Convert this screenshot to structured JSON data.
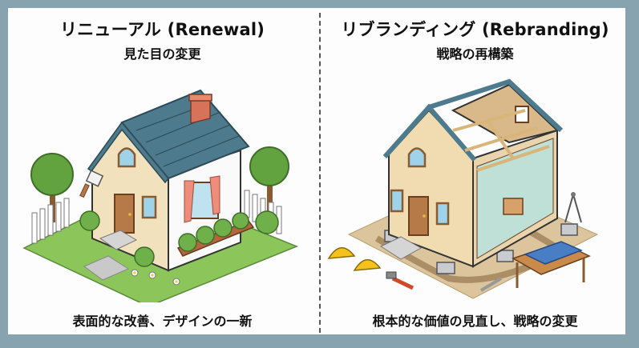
{
  "left": {
    "title": "リニューアル (Renewal)",
    "subtitle": "見た目の変更",
    "caption": "表面的な改善、デザインの一新",
    "illustration": "house-being-repainted-icon"
  },
  "right": {
    "title": "リブランディング (Rebranding)",
    "subtitle": "戦略の再構築",
    "caption": "根本的な価値の見直し、戦略の変更",
    "illustration": "house-under-reconstruction-icon"
  },
  "colors": {
    "frame": "#87a3b0",
    "panel": "#fdfdfd",
    "roof": "#4d7a8c",
    "wall_cream": "#f1e1bd",
    "grass": "#8cc55a",
    "dirt": "#d9c39a",
    "helmet": "#f4c21a"
  }
}
